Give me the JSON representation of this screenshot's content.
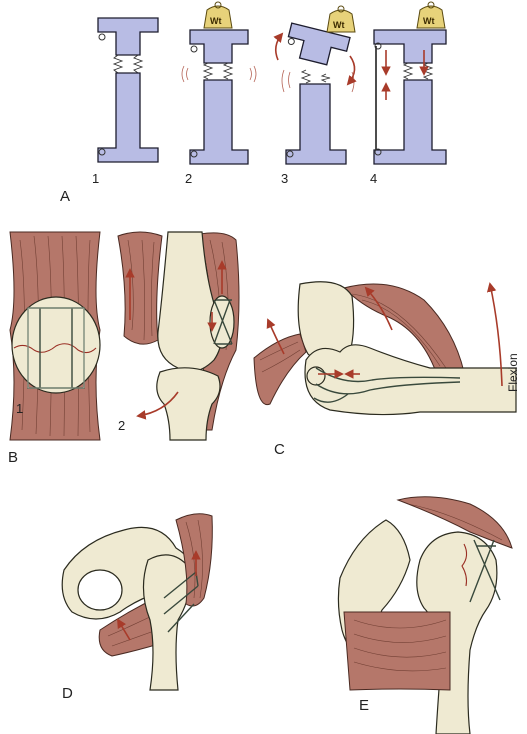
{
  "panel_labels": {
    "A": "A",
    "B": "B",
    "C": "C",
    "D": "D",
    "E": "E"
  },
  "panel_a": {
    "steps": [
      "1",
      "2",
      "3",
      "4"
    ],
    "weight_label": "Wt"
  },
  "panel_b": {
    "sub_labels": [
      "1",
      "2"
    ]
  },
  "panel_c": {
    "motion_label": "Flexion"
  },
  "colors": {
    "block": "#b8bce4",
    "bone": "#efead2",
    "muscle": "#b5776a",
    "wire": "#39493c",
    "arrow": "#a83b2a",
    "weight": "#e7d27a"
  }
}
